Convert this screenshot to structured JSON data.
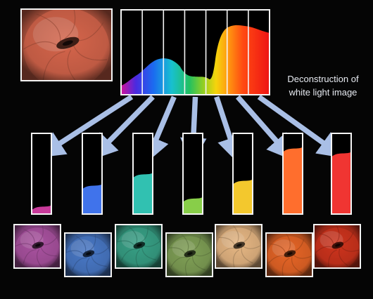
{
  "caption": {
    "line1": "Deconstruction of",
    "line2": "white light image"
  },
  "colors": {
    "background": "#050505",
    "frame": "#f4f4f4",
    "arrow": "#a9bfe6"
  },
  "original_image": {
    "name": "white-light-endoscopic-image",
    "tint": "#e06a4f"
  },
  "spectrum_bands": [
    {
      "name": "violet",
      "color": "#c0208c",
      "level": 0.1
    },
    {
      "name": "blue",
      "color": "#2660e8",
      "level": 0.36
    },
    {
      "name": "cyan-green",
      "color": "#14b8a6",
      "level": 0.5
    },
    {
      "name": "green",
      "color": "#78c830",
      "level": 0.2
    },
    {
      "name": "yellow",
      "color": "#f2c010",
      "level": 0.42
    },
    {
      "name": "orange",
      "color": "#ff5a10",
      "level": 0.82
    },
    {
      "name": "red",
      "color": "#ee1a16",
      "level": 0.76
    }
  ],
  "band_images": [
    {
      "name": "violet-band-image",
      "tint": "#b256a8"
    },
    {
      "name": "blue-band-image",
      "tint": "#4c7ed0"
    },
    {
      "name": "cyan-green-band-image",
      "tint": "#3aa88c"
    },
    {
      "name": "green-band-image",
      "tint": "#86a85a"
    },
    {
      "name": "yellow-band-image",
      "tint": "#f2c08a"
    },
    {
      "name": "orange-band-image",
      "tint": "#f26a28"
    },
    {
      "name": "red-band-image",
      "tint": "#d8361e"
    }
  ]
}
